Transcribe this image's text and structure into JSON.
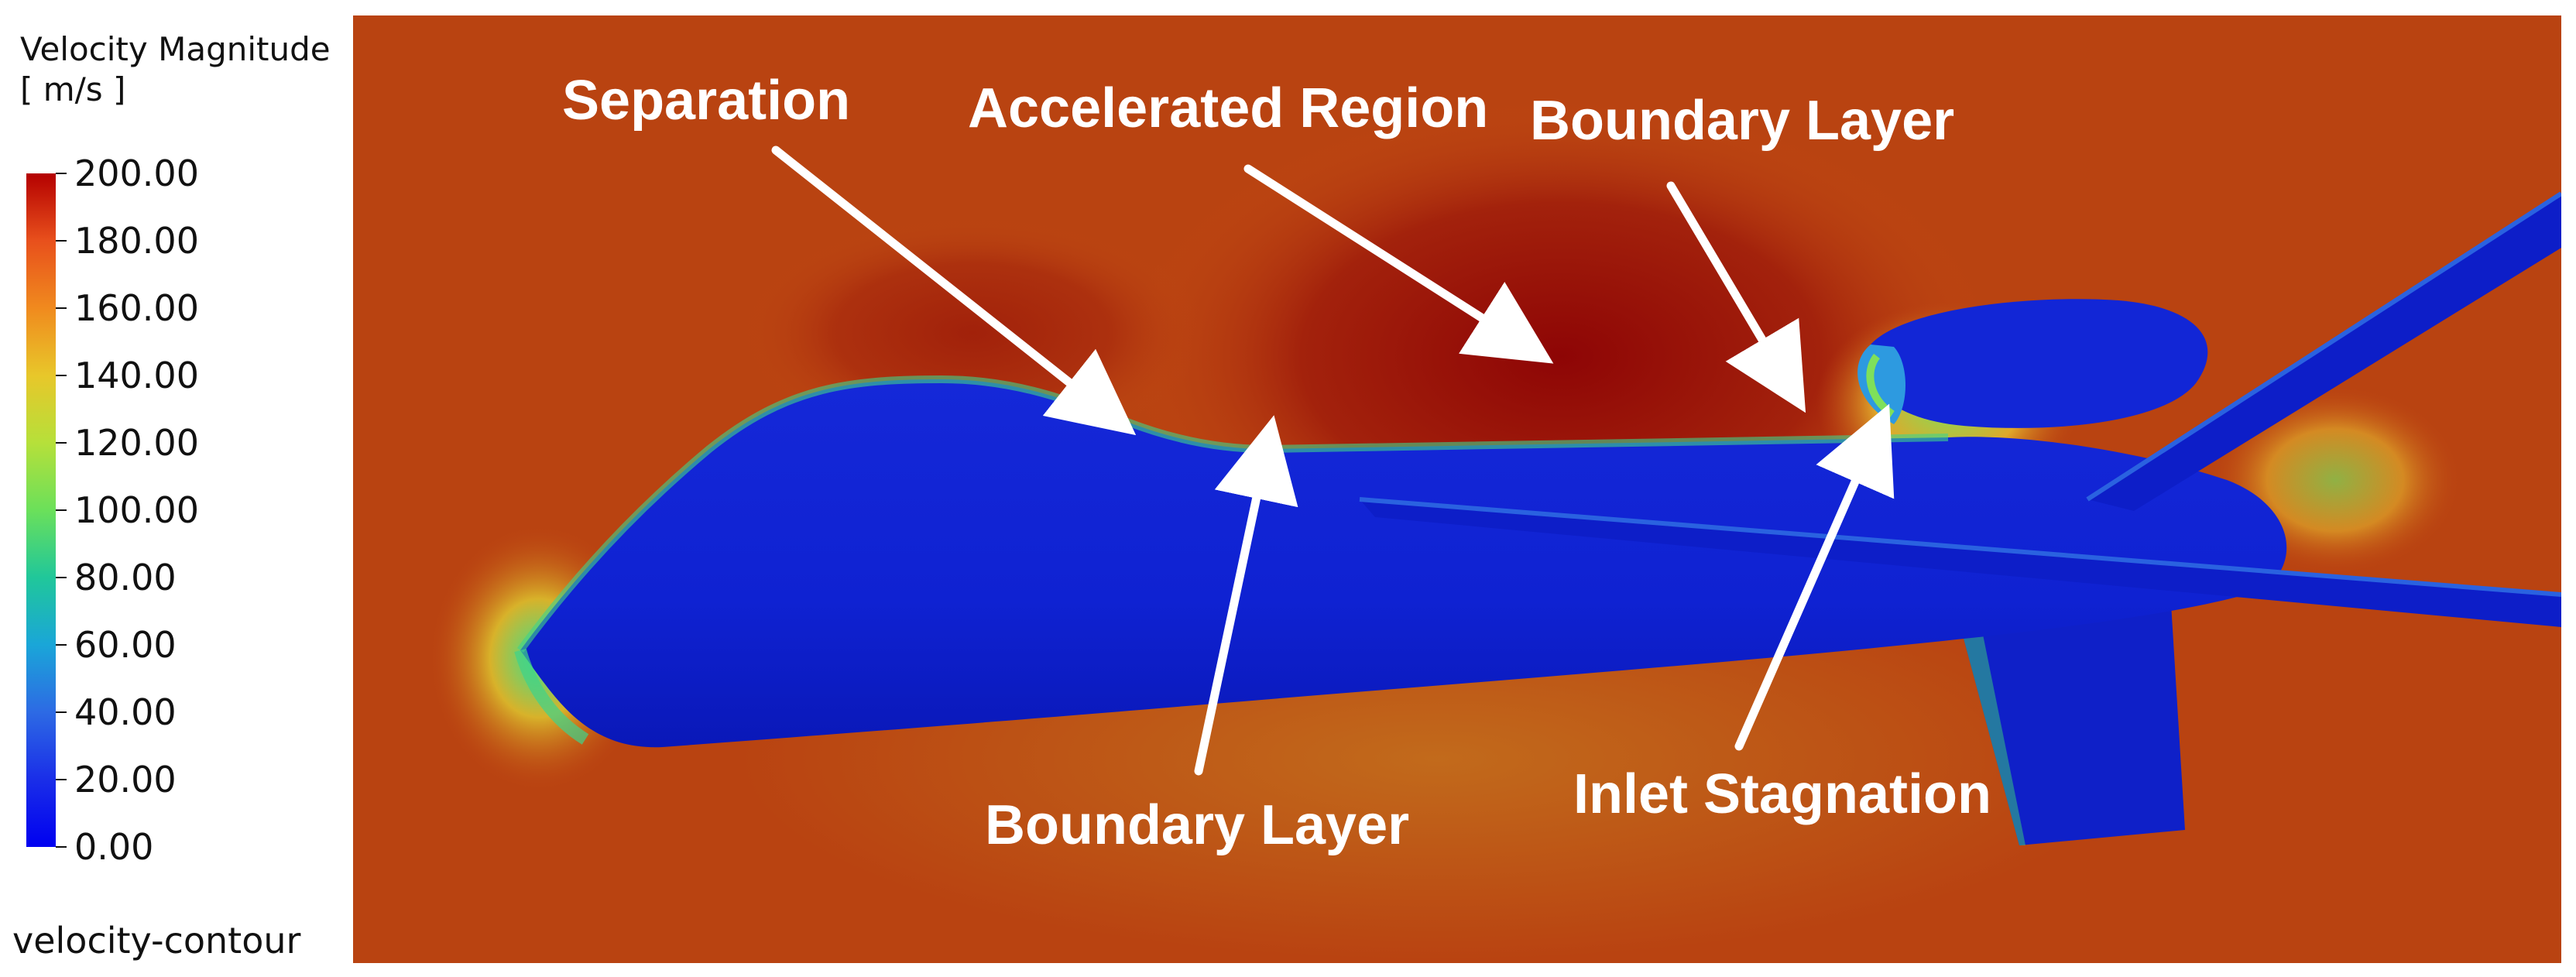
{
  "legend": {
    "title_line1": "Velocity Magnitude",
    "title_line2": "[ m/s ]",
    "ticks": [
      "200.00",
      "180.00",
      "160.00",
      "140.00",
      "120.00",
      "100.00",
      "80.00",
      "60.00",
      "40.00",
      "20.00",
      "0.00"
    ]
  },
  "footer_label": "velocity-contour",
  "annotations": {
    "separation": "Separation",
    "accelerated_region": "Accelerated Region",
    "boundary_layer_top": "Boundary Layer",
    "boundary_layer_bottom": "Boundary Layer",
    "inlet_stagnation": "Inlet Stagnation"
  },
  "colors": {
    "freestream": "#c24a14",
    "accelerated": "#8e0a06",
    "body": "#0f1fd8",
    "stagnation": "#3fd38a",
    "annotation": "#ffffff"
  }
}
